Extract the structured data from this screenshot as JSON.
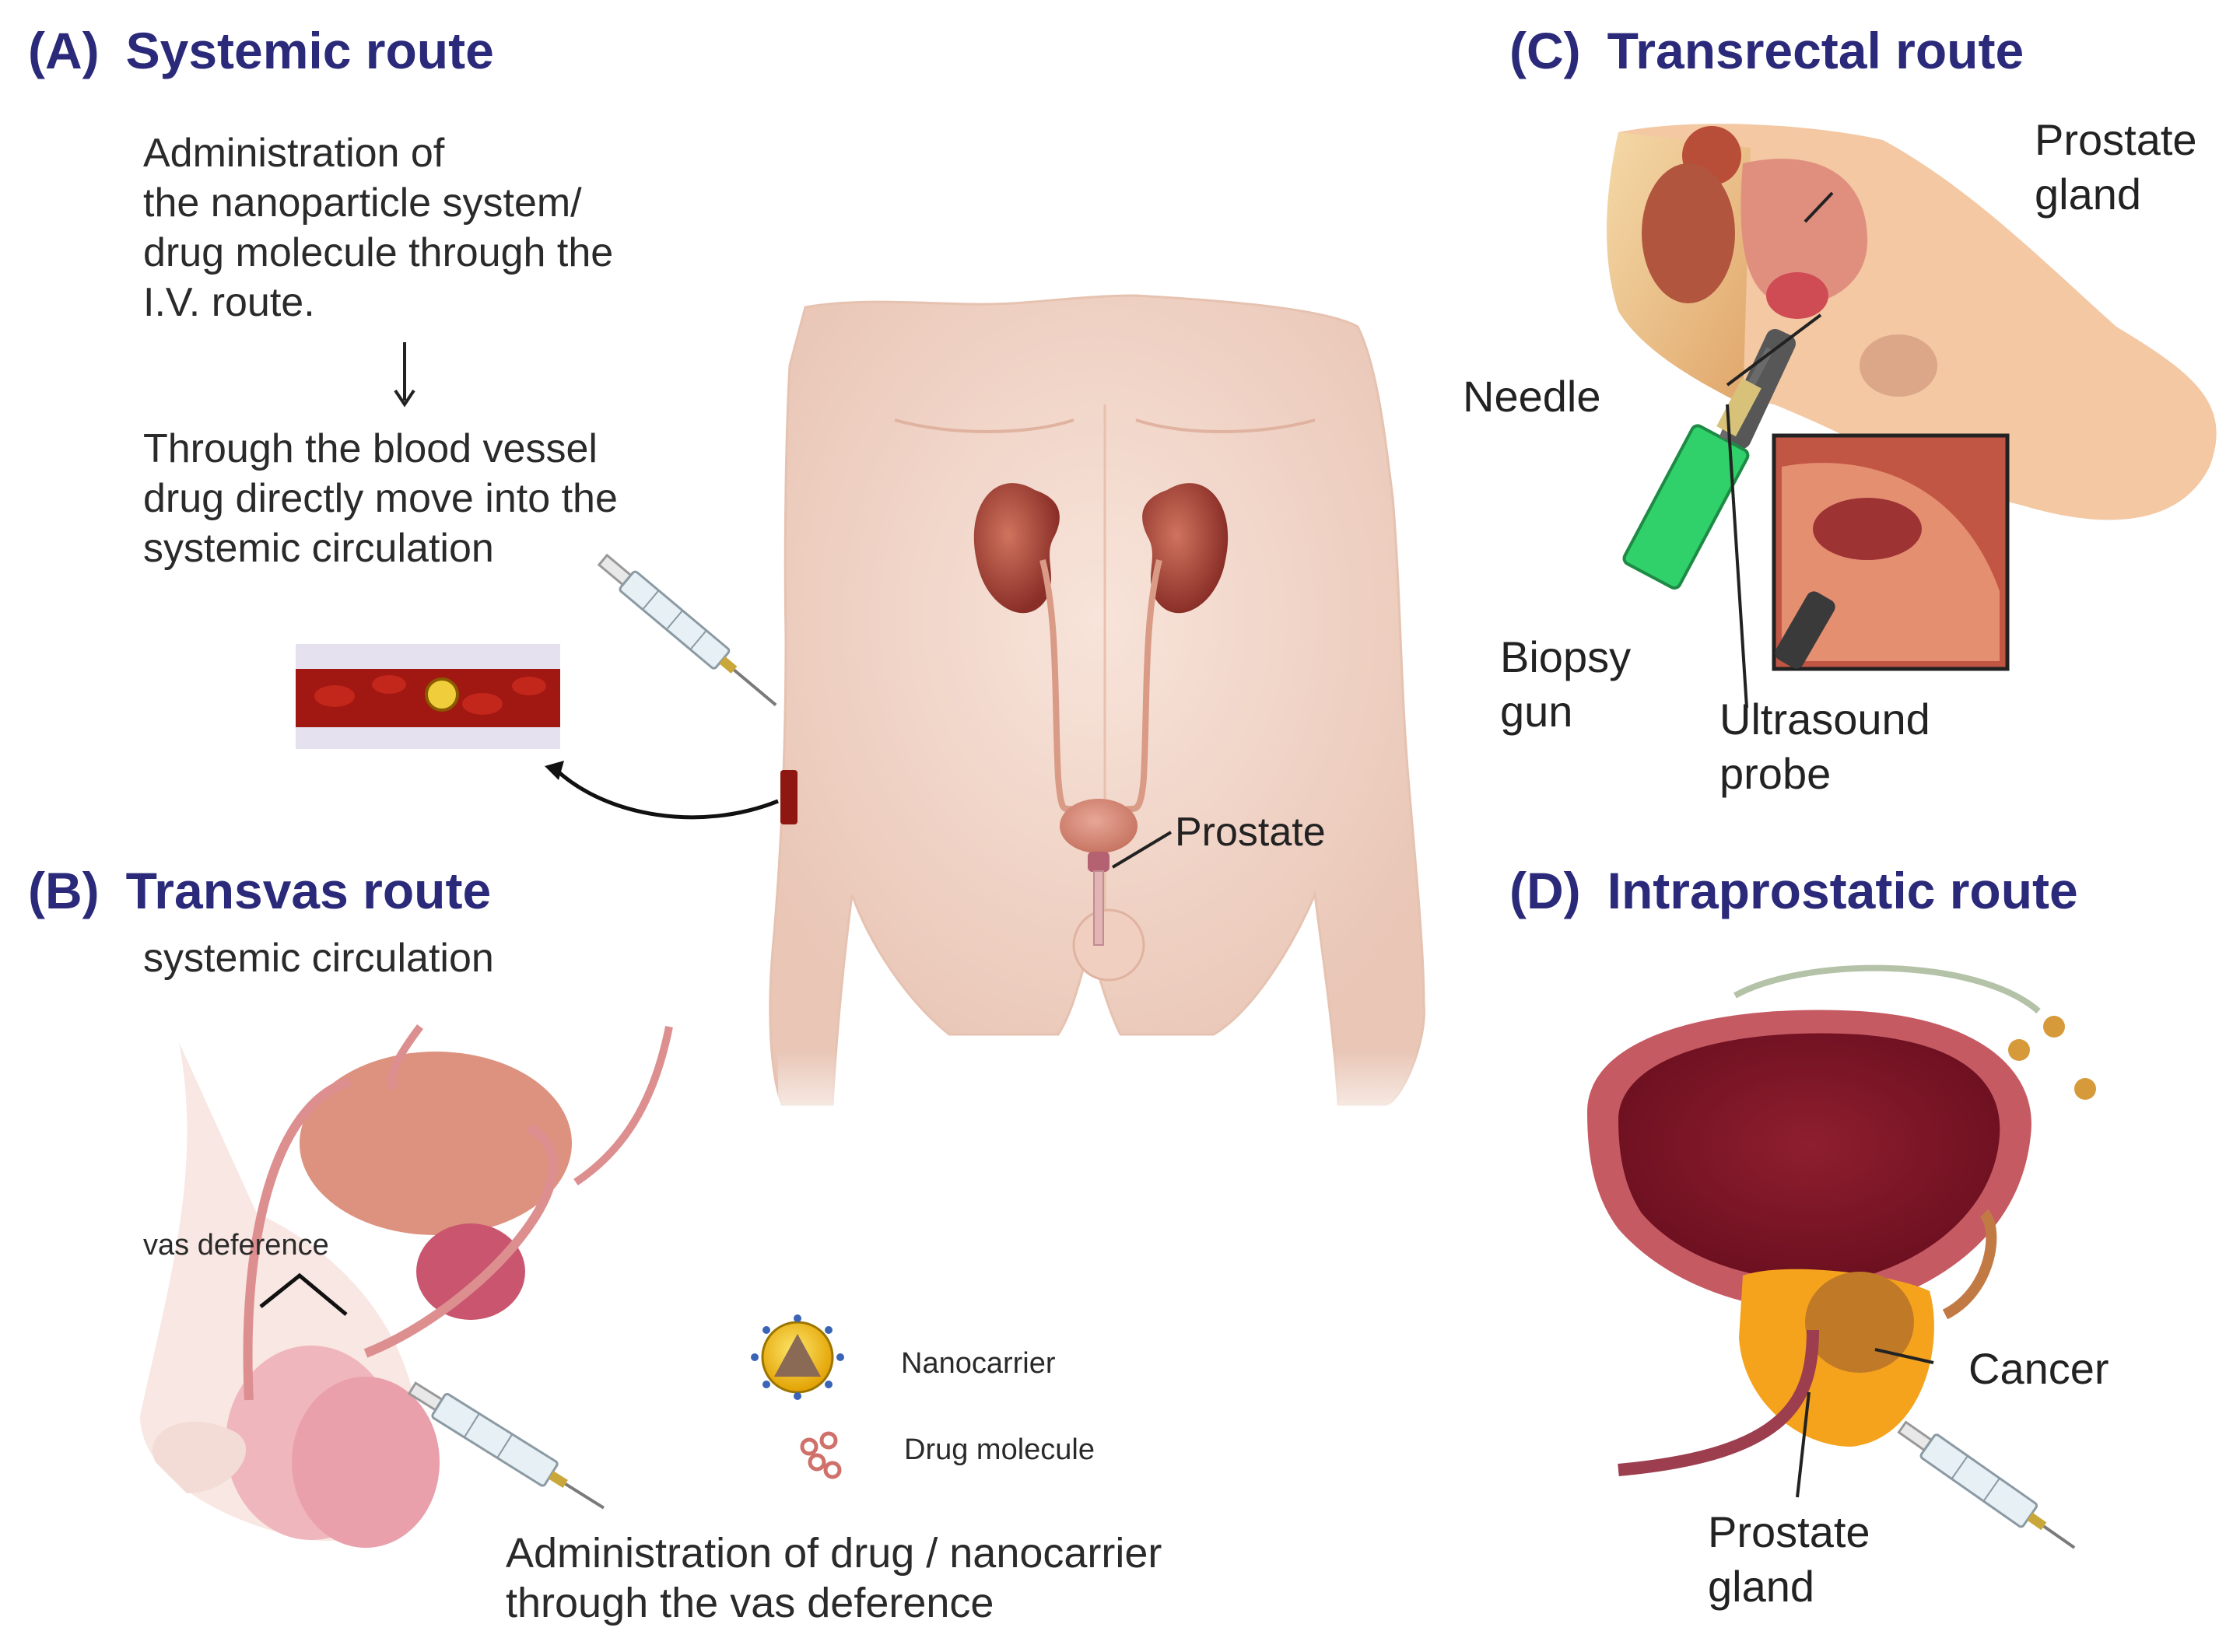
{
  "panels": {
    "a": {
      "letter": "(A)",
      "title": "Systemic route",
      "lines": [
        "Administration of",
        "the nanoparticle system/",
        "drug molecule through the",
        "I.V. route.",
        "Through the blood vessel",
        "drug directly move into the",
        "systemic circulation"
      ],
      "prostate_label": "Prostate"
    },
    "b": {
      "letter": "(B)",
      "title": "Transvas route",
      "subtitle": "systemic circulation",
      "vas_label": "vas deference",
      "caption": [
        "Administration of drug / nanocarrier",
        "through the vas deference"
      ]
    },
    "c": {
      "letter": "(C)",
      "title": "Transrectal route",
      "prostate_gland": [
        "Prostate",
        "gland"
      ],
      "needle": "Needle",
      "biopsy_gun": [
        "Biopsy",
        "gun"
      ],
      "ultrasound_probe": [
        "Ultrasound",
        "probe"
      ]
    },
    "d": {
      "letter": "(D)",
      "title": "Intraprostatic route",
      "cancer": "Cancer",
      "prostate_gland": [
        "Prostate",
        "gland"
      ]
    }
  },
  "legend": {
    "nanocarrier": "Nanocarrier",
    "drug_molecule": "Drug molecule"
  },
  "colors": {
    "heading": "#2b2a7a",
    "skin": "#f3d9cc",
    "kidney": "#a8423a",
    "blood": "#a11712",
    "bladder": "#a63a4c",
    "prostate_orange": "#f5a21c"
  }
}
